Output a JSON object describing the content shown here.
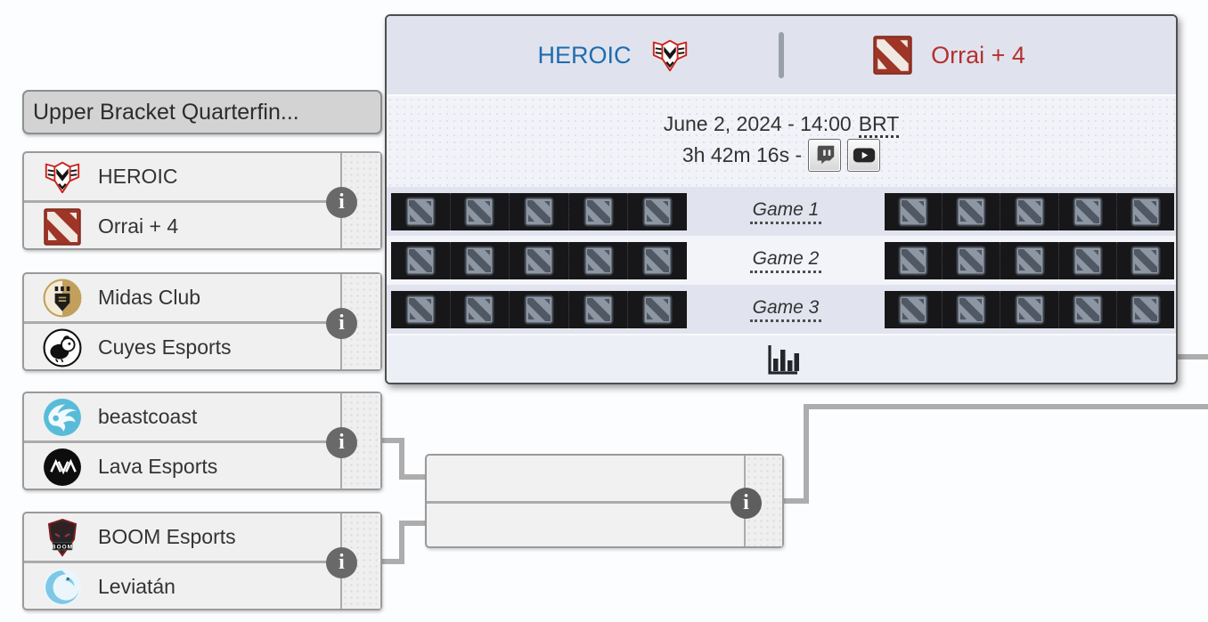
{
  "bracket": {
    "header": {
      "label": "Upper Bracket Quarterfin..."
    },
    "matches": [
      {
        "top": {
          "name": "HEROIC",
          "logo": "heroic-logo"
        },
        "bottom": {
          "name": "Orrai + 4",
          "logo": "dota2-logo"
        },
        "info": "i"
      },
      {
        "top": {
          "name": "Midas Club",
          "logo": "midas-club-logo"
        },
        "bottom": {
          "name": "Cuyes Esports",
          "logo": "cuyes-esports-logo"
        },
        "info": "i"
      },
      {
        "top": {
          "name": "beastcoast",
          "logo": "beastcoast-logo"
        },
        "bottom": {
          "name": "Lava Esports",
          "logo": "lava-esports-logo"
        },
        "info": "i"
      },
      {
        "top": {
          "name": "BOOM Esports",
          "logo": "boom-esports-logo"
        },
        "bottom": {
          "name": "Leviatán",
          "logo": "leviatan-logo"
        },
        "info": "i"
      }
    ],
    "semifinal": {
      "info": "i"
    }
  },
  "popup": {
    "header": {
      "team_left": "HEROIC",
      "team_left_color": "#1f6cb0",
      "team_right": "Orrai + 4",
      "team_right_color": "#b53030"
    },
    "schedule": {
      "date": "June 2, 2024 - 14:00",
      "timezone_abbr": "BRT",
      "countdown": "3h 42m 16s -"
    },
    "streams": [
      {
        "icon": "twitch-icon"
      },
      {
        "icon": "youtube-icon"
      }
    ],
    "games": [
      {
        "label": "Game 1"
      },
      {
        "label": "Game 2"
      },
      {
        "label": "Game 3"
      }
    ],
    "slots_per_team": 5,
    "footer": {
      "icon": "bar-chart-icon"
    }
  },
  "colors": {
    "connector": "#adadad",
    "dota_red": "#9e3526",
    "popup_header_bg": "#e0e3ed",
    "game_row_alt_bg": "#e1e4ee",
    "game_row_bg": "#f3f4f9",
    "hero_strip_bg": "#17171a"
  }
}
